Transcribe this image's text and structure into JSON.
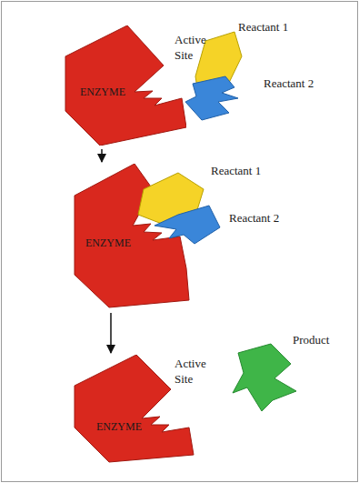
{
  "diagram": {
    "nodes": [
      {
        "text": [
          "ENZYME"
        ]
      },
      {
        "text": [
          "ENZYME"
        ]
      },
      {
        "text": [
          "ENZYME"
        ]
      }
    ],
    "edges": [
      {
        "from": 0,
        "to": 1,
        "arrow": "to"
      },
      {
        "from": 1,
        "to": 2,
        "arrow": "to"
      }
    ],
    "labels": [
      "Active Site",
      "Reactant 1",
      "Reactant 2",
      "Reactant 1",
      "Reactant 2",
      "Active Site",
      "Product"
    ]
  }
}
